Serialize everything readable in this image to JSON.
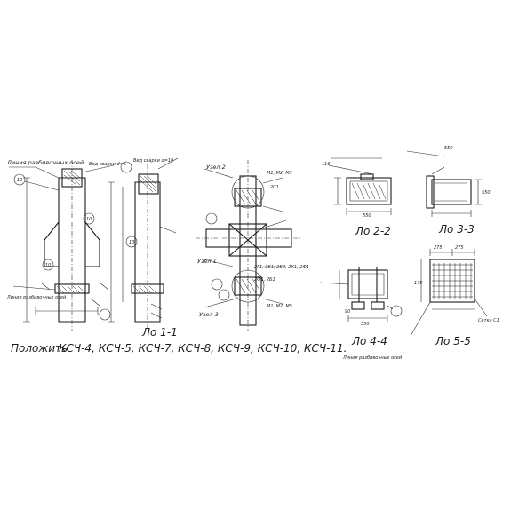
{
  "footer": {
    "label": "Положить",
    "types": "КСЧ-4, КСЧ-5, КСЧ-7, КСЧ-8, КСЧ-9, КСЧ-10, КСЧ-11."
  },
  "sections": {
    "s11": "Ло 1-1",
    "s22": "Ло 2-2",
    "s33": "Ло 3-3",
    "s44": "Ло 4-4",
    "s55": "Ло 5-5"
  },
  "nodes": {
    "n1": "Узел 1",
    "n2": "Узел 2",
    "n3": "Узел 3"
  },
  "callouts": {
    "c1": "Линия разбивочных осей",
    "c2": "Линия разбивочных осей",
    "c3": "Линия разбивочных осей",
    "c4": "Сетка С1",
    "weld1": "Вид сварки d=5",
    "weld2": "Вид сварки d=10",
    "note1": "М1, М2, М3",
    "note2": "2С1",
    "note3": "2Г1, 2Б1, 2Б2, 2К1, 2Ф1",
    "note4": "2Ф1, 2Б1",
    "note5": "М1, М2, М5"
  },
  "dims": {
    "d550a": "550",
    "d550b": "550",
    "d550c": "550",
    "d550d": "550",
    "d275a": "275",
    "d275b": "275",
    "d116": "116",
    "d90": "90",
    "d175": "175"
  },
  "marks": {
    "m10a": "10",
    "m10b": "10",
    "m10c": "10",
    "m10d": "10"
  }
}
